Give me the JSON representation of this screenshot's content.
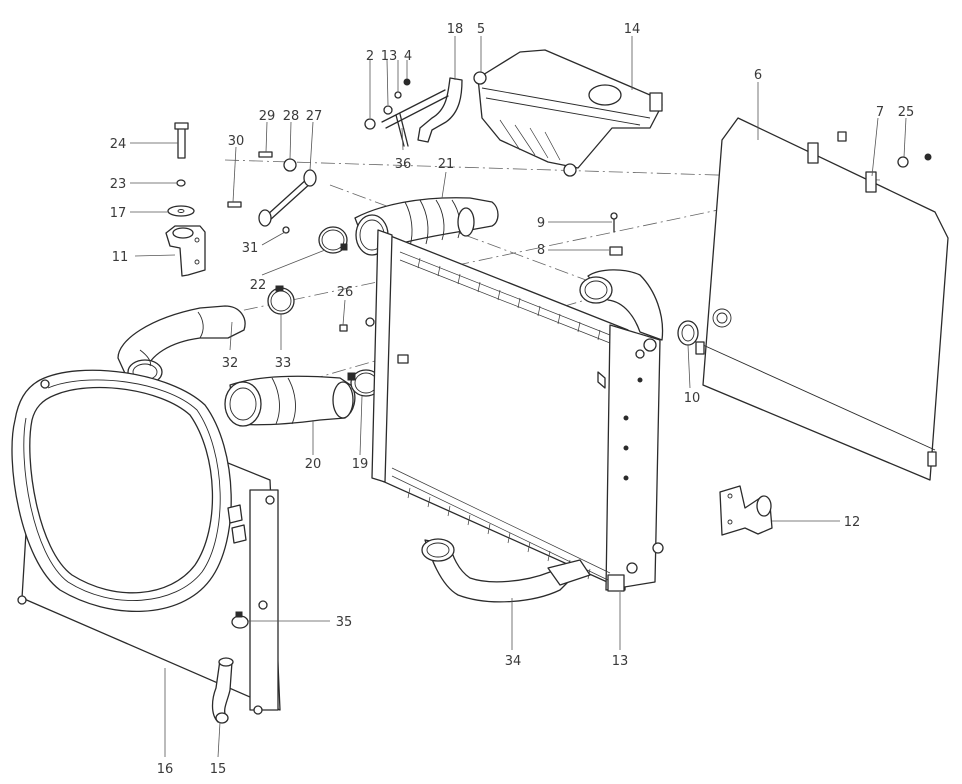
{
  "diagram": {
    "callouts": [
      "2",
      "13",
      "4",
      "18",
      "5",
      "14",
      "6",
      "7",
      "25",
      "24",
      "29",
      "28",
      "27",
      "30",
      "23",
      "17",
      "11",
      "31",
      "36",
      "21",
      "9",
      "8",
      "22",
      "26",
      "33",
      "32",
      "10",
      "20",
      "19",
      "12",
      "35",
      "34",
      "13",
      "16",
      "15"
    ]
  }
}
